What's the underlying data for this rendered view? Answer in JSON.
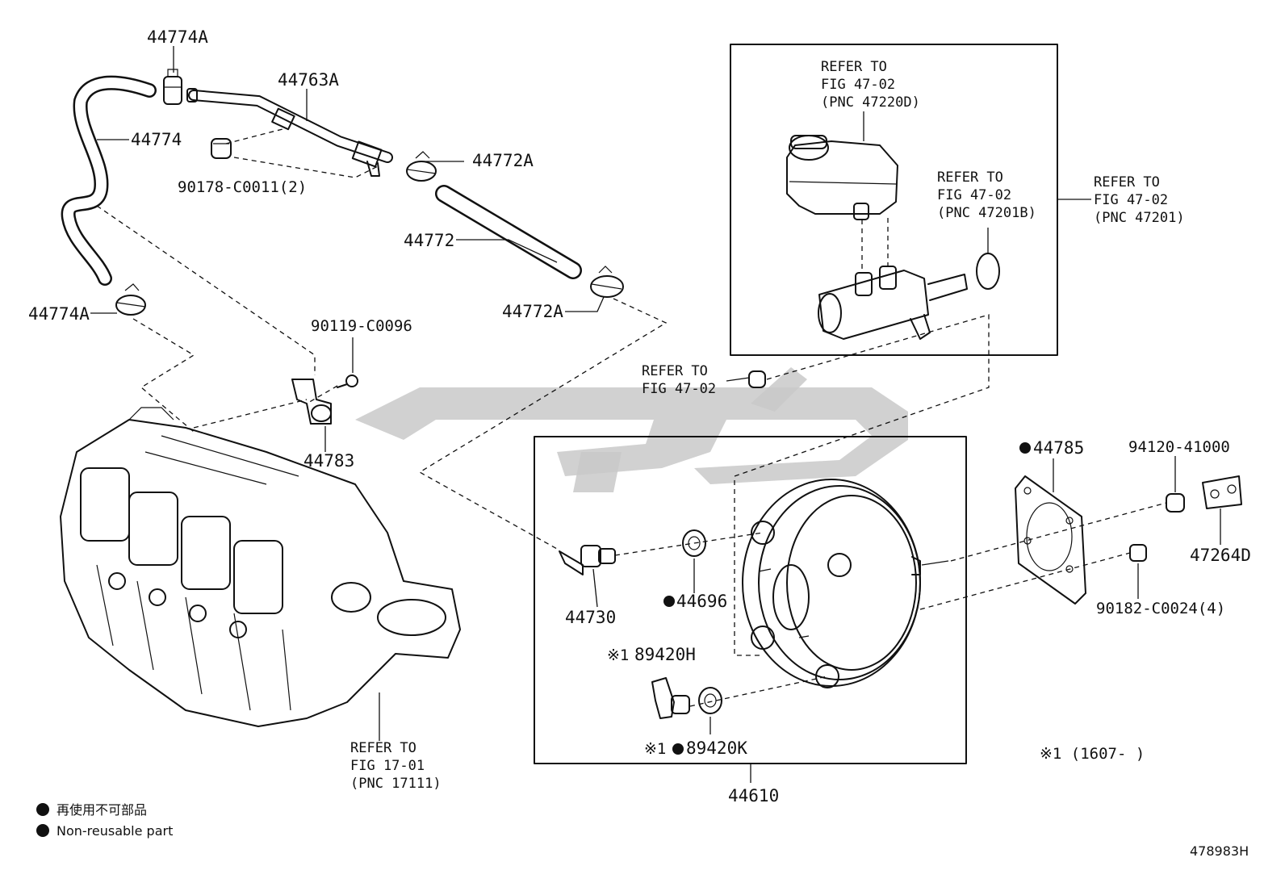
{
  "labels": {
    "p44774A_top": "44774A",
    "p44763A": "44763A",
    "p44774": "44774",
    "p90178": "90178-C0011(2)",
    "p44772A_top": "44772A",
    "p44772": "44772",
    "p44774A_left": "44774A",
    "p90119": "90119-C0096",
    "p44772A_mid": "44772A",
    "p44783": "44783",
    "p44785": "44785",
    "p94120": "94120-41000",
    "p47264D": "47264D",
    "p90182": "90182-C0024(4)",
    "p44730": "44730",
    "p44696": "44696",
    "p89420H": "89420H",
    "p89420K": "89420K",
    "p44610": "44610",
    "applicability_mark_h": "※1",
    "applicability_mark_k": "※1",
    "applicability_note": "※1 (1607-      )",
    "drawing_id": "478983H"
  },
  "refs": {
    "ref_47220D": [
      "REFER TO",
      "FIG 47-02",
      "(PNC 47220D)"
    ],
    "ref_47201B": [
      "REFER TO",
      "FIG 47-02",
      "(PNC 47201B)"
    ],
    "ref_47201": [
      "REFER TO",
      "FIG 47-02",
      "(PNC 47201)"
    ],
    "ref_fig4702": [
      "REFER TO",
      "FIG 47-02"
    ],
    "ref_17111": [
      "REFER TO",
      "FIG 17-01",
      "(PNC 17111)"
    ]
  },
  "legend": {
    "items": [
      {
        "marker": "filled-circle",
        "text": "再使用不可部品"
      },
      {
        "marker": "filled-circle",
        "text": "Non-reusable part"
      }
    ]
  },
  "colors": {
    "line": "#111111",
    "background": "#ffffff",
    "watermark": "#c9c9c9"
  }
}
